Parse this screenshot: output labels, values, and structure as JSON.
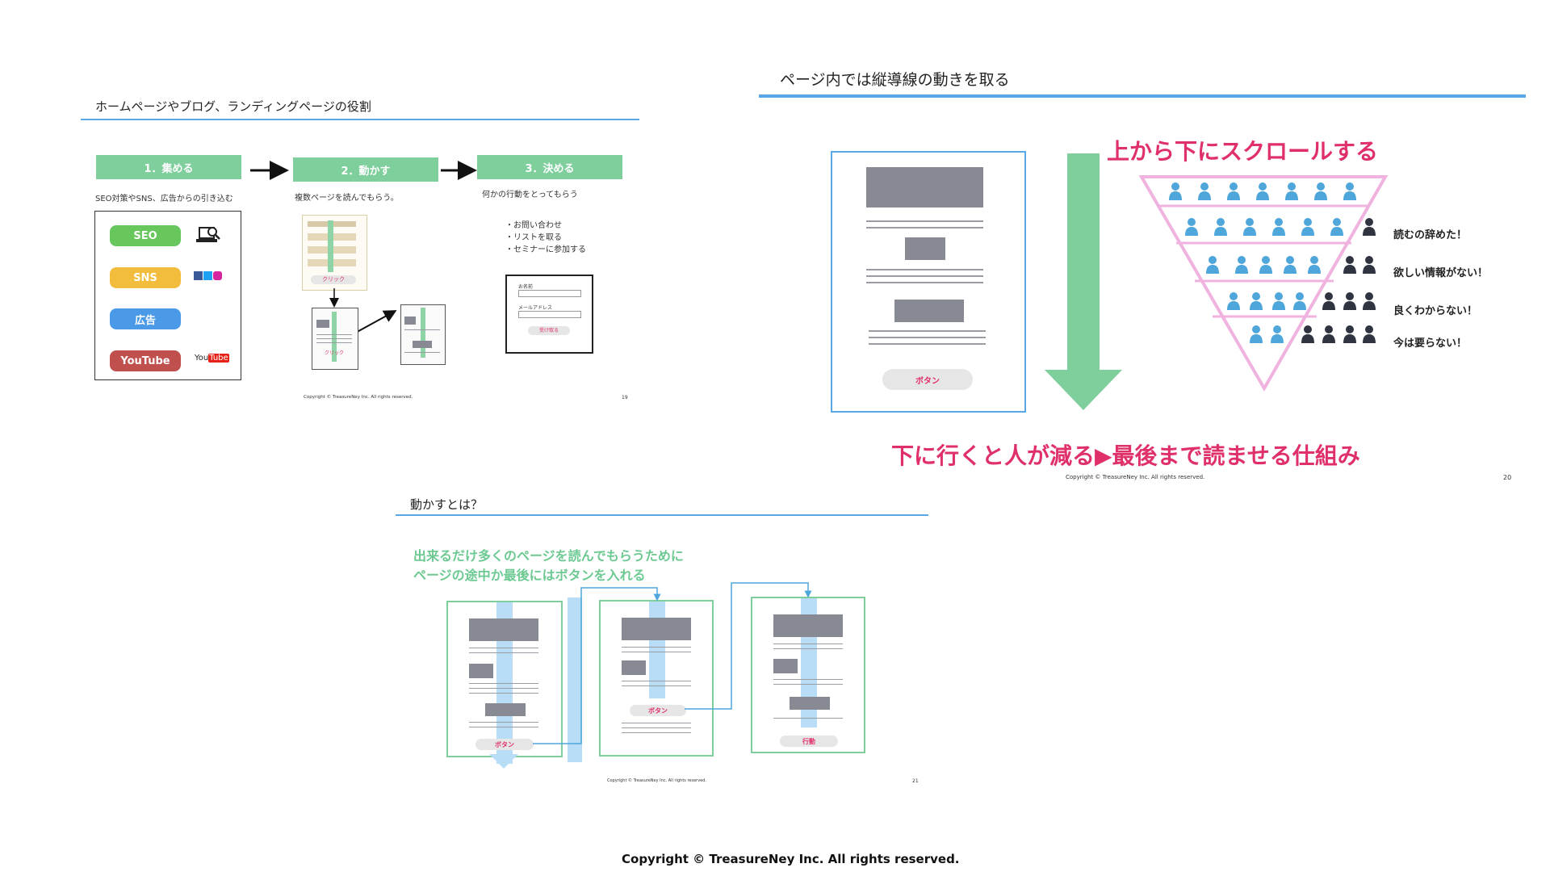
{
  "slide19": {
    "title": "ホームページやブログ、ランディングページの役割",
    "steps": [
      "1．集める",
      "2．動かす",
      "3．決める"
    ],
    "step1_caption": "SEO対策やSNS、広告からの引き込む",
    "step2_caption": "複数ページを読んでもらう。",
    "step3_caption": "何かの行動をとってもらう",
    "channels": [
      "SEO",
      "SNS",
      "広告",
      "YouTube"
    ],
    "youtube_logo": "YouTube",
    "actions": [
      "・お問い合わせ",
      "・リストを取る",
      "・セミナーに参加する"
    ],
    "click_label": "クリック",
    "form": {
      "name_label": "お名前",
      "email_label": "メールアドレス",
      "submit": "受け取る"
    },
    "copyright": "Copyright © TreasureNey Inc. All rights reserved.",
    "page": "19"
  },
  "slide20": {
    "title": "ページ内では縦導線の動きを取る",
    "scroll_heading": "上から下にスクロールする",
    "button_label": "ボタン",
    "reasons": [
      "読むの辞めた！",
      "欲しい情報がない！",
      "良くわからない！",
      "今は要らない！"
    ],
    "bottom_heading": "下に行くと人が減る▶最後まで読ませる仕組み",
    "copyright": "Copyright © TreasureNey Inc. All rights reserved.",
    "page": "20"
  },
  "slide21": {
    "title": "動かすとは？",
    "lead_line1": "出来るだけ多くのページを読んでもらうために",
    "lead_line2": "ページの途中か最後にはボタンを入れる",
    "button_label": "ボタン",
    "action_label": "行動",
    "copyright": "Copyright © TreasureNey Inc. All rights reserved.",
    "page": "21"
  },
  "footer": {
    "copyright": "Copyright © TreasureNey Inc. All rights reserved."
  },
  "colors": {
    "green": "#7fcf9d",
    "blue_rule": "#59a7e6",
    "magenta": "#e0306a",
    "person_blue": "#4ea6db",
    "person_dark": "#2f3440"
  }
}
